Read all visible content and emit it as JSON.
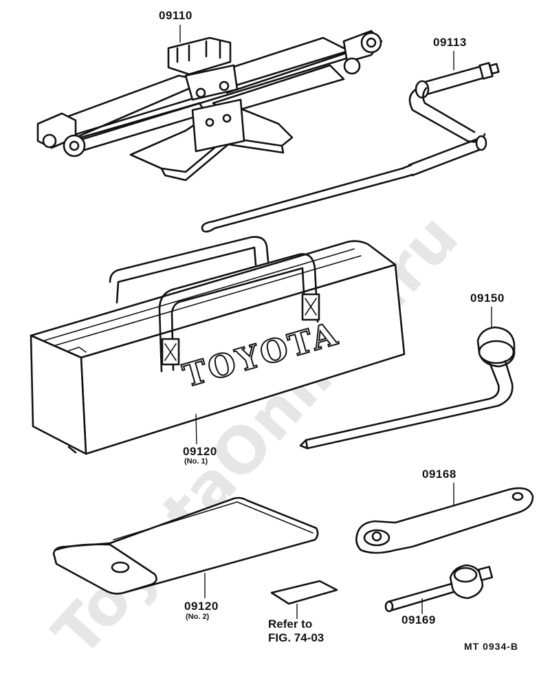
{
  "parts": [
    {
      "id": "jack",
      "number": "09110"
    },
    {
      "id": "jack-handle",
      "number": "09113"
    },
    {
      "id": "tool-bag-1",
      "number": "09120",
      "note": "(No. 1)"
    },
    {
      "id": "wheel-wrench",
      "number": "09150"
    },
    {
      "id": "tool-bag-2",
      "number": "09120",
      "note": "(No. 2)"
    },
    {
      "id": "ratchet-handle",
      "number": "09168"
    },
    {
      "id": "extension-bar",
      "number": "09169"
    }
  ],
  "bag_brand": "TOYOTA",
  "reference": {
    "line1": "Refer to",
    "line2": "FIG. 74-03"
  },
  "diagram_code": "MT  0934-B",
  "watermark": "ToyotaOnline.ru",
  "colors": {
    "ink": "#111111",
    "watermark": "#e6e6e6",
    "background": "#ffffff"
  }
}
